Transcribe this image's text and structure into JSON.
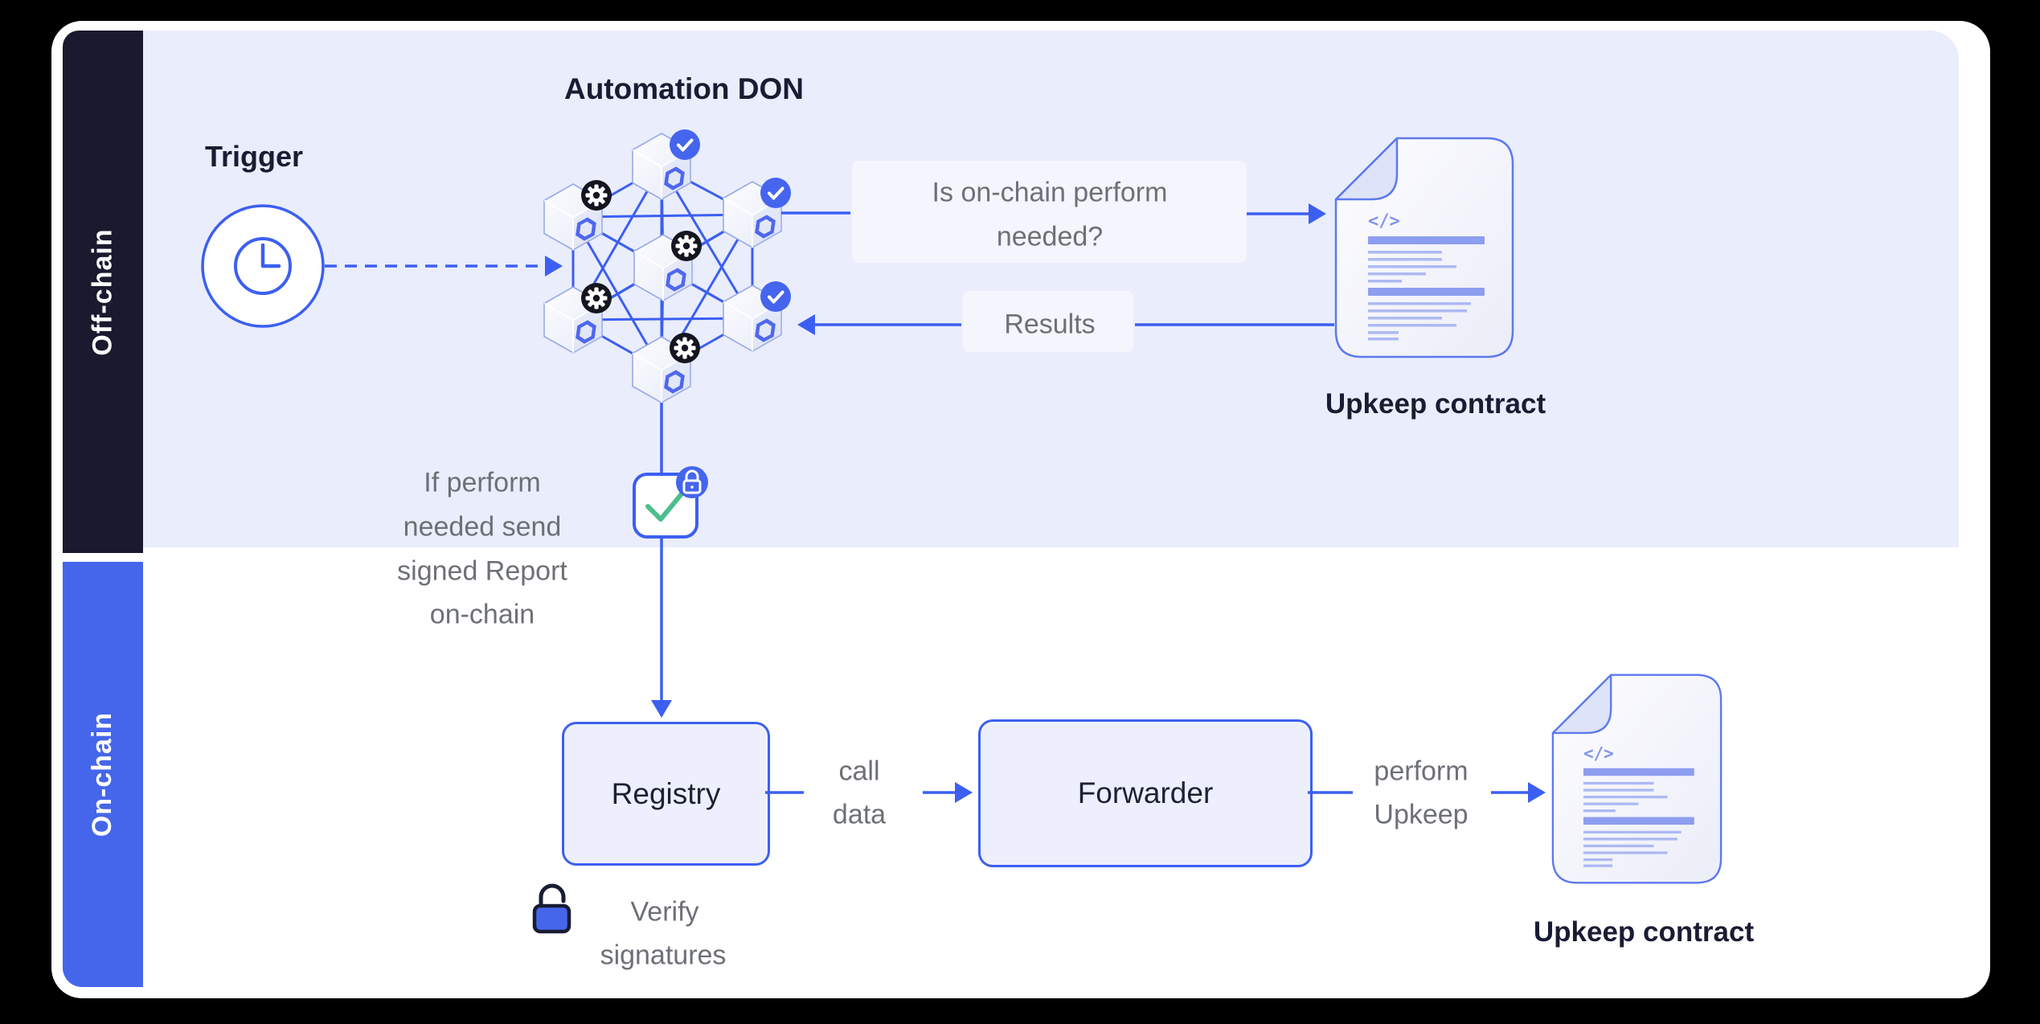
{
  "colors": {
    "accent_blue": "#3c5ff2",
    "lane_off_chain_bg": "#191a2e",
    "lane_on_chain_bg": "#4566ea",
    "off_chain_band_bg": "#eaedfb",
    "muted_text": "#6d7076",
    "dark_text": "#191c33",
    "check_green": "#4bbf8b",
    "badge_blue": "#4565ee",
    "badge_black": "#14151e"
  },
  "lanes": {
    "off_chain": "Off-chain",
    "on_chain": "On-chain"
  },
  "off_chain": {
    "title": "Automation DON",
    "trigger": "Trigger",
    "question_line1": "Is on-chain perform",
    "question_line2": "needed?",
    "results": "Results",
    "upkeep_contract": "Upkeep contract",
    "note_line1": "If perform",
    "note_line2": "needed send",
    "note_line3": "signed Report",
    "note_line4": "on-chain"
  },
  "on_chain": {
    "registry": "Registry",
    "forwarder": "Forwarder",
    "call_line1": "call",
    "call_line2": "data",
    "perform_line1": "perform",
    "perform_line2": "Upkeep",
    "upkeep_contract": "Upkeep contract",
    "verify_line1": "Verify",
    "verify_line2": "signatures"
  },
  "doc": {
    "code_glyph": "</>"
  }
}
